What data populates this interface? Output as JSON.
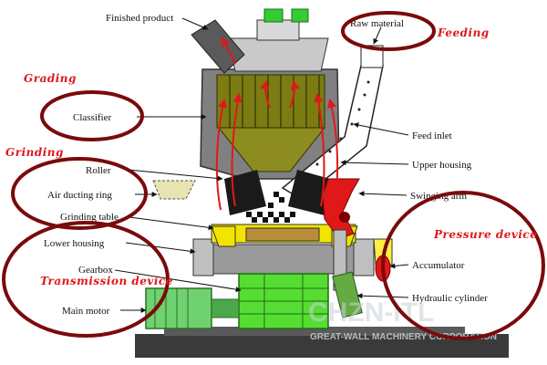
{
  "labels": {
    "finished_product": "Finished product",
    "raw_material": "Raw material",
    "classifier": "Classifier",
    "feed_inlet": "Feed inlet",
    "upper_housing": "Upper housing",
    "roller": "Roller",
    "air_ducting_ring": "Air ducting ring",
    "grinding_table": "Grinding table",
    "swinging_arm": "Swinging arm",
    "lower_housing": "Lower housing",
    "gearbox": "Gearbox",
    "accumulator": "Accumulator",
    "hydraulic_cylinder": "Hydraulic cylinder",
    "main_motor": "Main motor"
  },
  "annotations": {
    "feeding": "Feeding",
    "grading": "Grading",
    "grinding": "Grinding",
    "pressure_device": "Pressure device",
    "transmission_device": "Transmission device"
  },
  "watermark": {
    "brand": "CHZN-ITL",
    "company": "GREAT-WALL MACHINERY CORPORATION"
  },
  "colors": {
    "annotation_text": "#e0161c",
    "annotation_ring": "#7a0a0a",
    "housing": "#808080",
    "classifier_body": "#7c7c12",
    "gearbox": "#55dd33",
    "motor": "#6fd16f",
    "table_yellow": "#f2e400",
    "swing_arm": "#e01818",
    "feed_chute": "#ffffff",
    "base": "#3a3a3a",
    "airflow_arrows": "#e01818"
  }
}
